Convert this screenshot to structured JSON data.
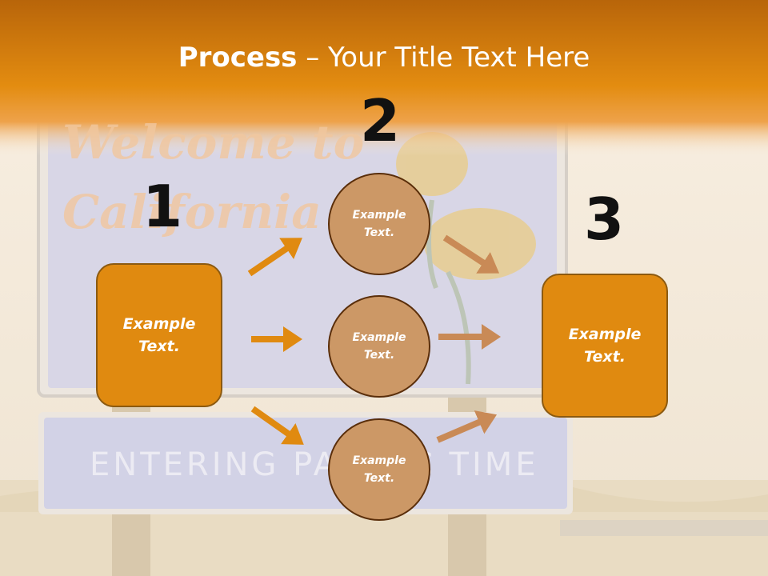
{
  "title": {
    "bold": "Process",
    "rest": " – Your Title Text Here"
  },
  "background": {
    "sign_line1": "Welcome to",
    "sign_line2": "California",
    "sign_lower": "ENTERING PACIFIC TIME"
  },
  "steps": [
    {
      "number": "1",
      "label": "Example Text."
    },
    {
      "number": "2",
      "label": "Example Text."
    },
    {
      "number": "3",
      "label": "Example Text."
    }
  ],
  "circles": [
    {
      "label": "Example Text."
    },
    {
      "label": "Example Text."
    },
    {
      "label": "Example Text."
    }
  ],
  "colors": {
    "header": "#e08a10",
    "box_fill": "#e08a10",
    "circle_fill": "#cc9866",
    "left_arrows": "#e08a10",
    "right_arrows": "#c98a56"
  }
}
